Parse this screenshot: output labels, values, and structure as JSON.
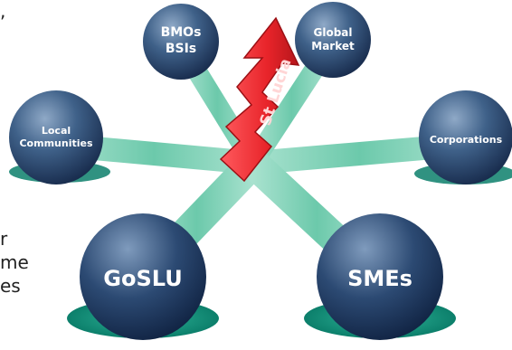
{
  "hub": {
    "label": "St Lucia"
  },
  "nodes": {
    "bmos": {
      "line1": "BMOs",
      "line2": "BSIs"
    },
    "global": {
      "line1": "Global",
      "line2": "Market"
    },
    "local": {
      "line1": "Local",
      "line2": "Communities"
    },
    "corporations": {
      "label": "Corporations"
    },
    "goslu": {
      "label": "GoSLU"
    },
    "smes": {
      "label": "SMEs"
    }
  },
  "cropped_text": {
    "line1": ",",
    "line2": "r",
    "line3": "me",
    "line4": "es"
  },
  "colors": {
    "connector": "#7fcfb4",
    "node_dark": "#1f3a60",
    "node_light": "#6f8eb3",
    "arrow": "#e8242a",
    "base": "#0f8a75"
  }
}
